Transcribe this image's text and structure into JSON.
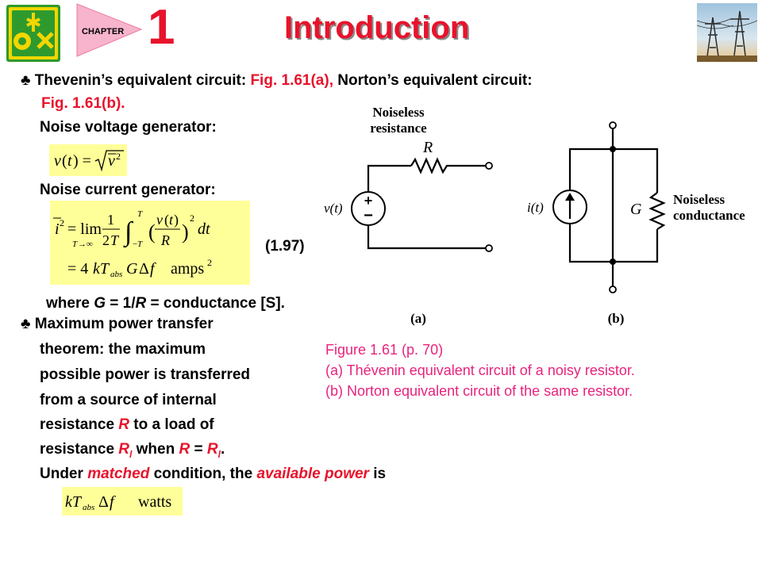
{
  "header": {
    "chapter_label": "CHAPTER",
    "chapter_number": "1",
    "title": "Introduction"
  },
  "bullet1": {
    "symbol": "♣",
    "lead": "Thevenin’s equivalent circuit: ",
    "fig_a": "Fig. 1.61(a),",
    "mid": " Norton’s equivalent circuit:",
    "fig_b": "Fig. 1.61(b)."
  },
  "noise_voltage_label": "Noise voltage generator:",
  "noise_current_label": "Noise current generator:",
  "eq_number": "(1.97)",
  "where_line": {
    "p1": "where ",
    "g": "G",
    "p2": " = 1/",
    "r": "R",
    "p3": " = conductance [S]."
  },
  "bullet2": {
    "symbol": "♣",
    "lines": [
      "Maximum power transfer",
      "theorem: the maximum",
      "possible power is transferred",
      "from a source of internal"
    ],
    "line5_a": "resistance ",
    "line5_r": "R",
    "line5_b": " to a load of",
    "line6_a": "resistance ",
    "line6_rl": "R",
    "line6_sub": "l",
    "line6_b": " when ",
    "line6_r": "R",
    "line6_eq": " = ",
    "line6_rl2": "R",
    "line6_sub2": "l",
    "line6_end": "."
  },
  "matched_line": {
    "p1": "Under ",
    "matched": "matched",
    "p2": " condition, the ",
    "available": "available power",
    "p3": " is"
  },
  "figure_caption": {
    "title": "Figure 1.61  (p. 70)",
    "line_a": "(a) Thévenin equivalent circuit of a noisy resistor.",
    "line_b": "(b) Norton equivalent circuit of the same resistor."
  },
  "circuit": {
    "noiseless_resistance_1": "Noiseless",
    "noiseless_resistance_2": "resistance",
    "r_label": "R",
    "v_label": "v(t)",
    "i_label": "i(t)",
    "g_label": "G",
    "noiseless_conductance_1": "Noiseless",
    "noiseless_conductance_2": "conductance",
    "sub_a": "(a)",
    "sub_b": "(b)"
  },
  "colors": {
    "logo_green": "#2e9a2e",
    "logo_yellow": "#f2d600",
    "chapter_pink": "#f59ab8",
    "chapter_red": "#e8132b",
    "highlight": "#ffff99",
    "caption_pink": "#e8237d"
  }
}
